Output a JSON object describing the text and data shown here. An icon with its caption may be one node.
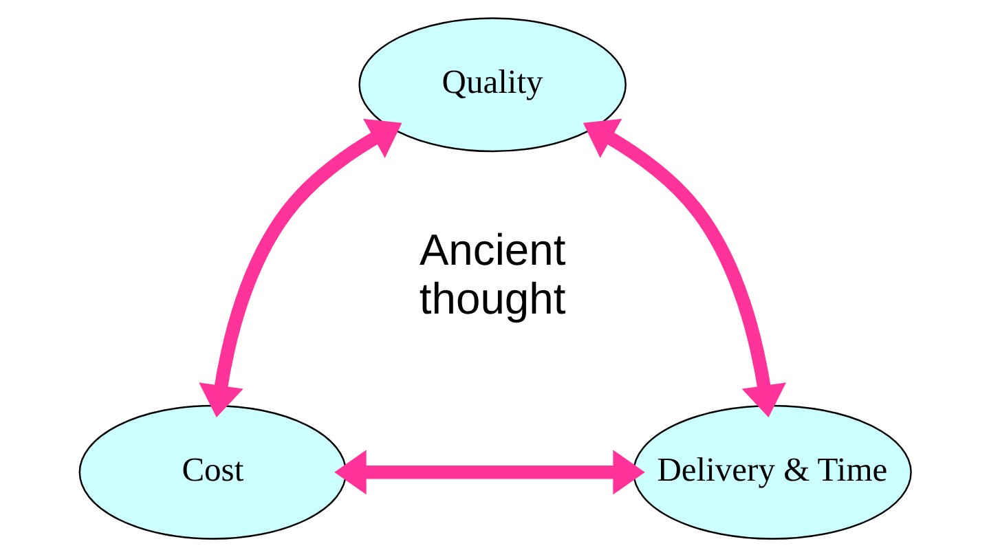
{
  "diagram": {
    "nodes": [
      {
        "text": [
          "Quality"
        ]
      },
      {
        "text": [
          "Cost"
        ]
      },
      {
        "text": [
          "Delivery & Time"
        ]
      }
    ],
    "edges": [
      {
        "from": 0,
        "to": 1,
        "arrow": "both",
        "color": "#ff3399"
      },
      {
        "from": 0,
        "to": 2,
        "arrow": "both",
        "color": "#ff3399"
      },
      {
        "from": 1,
        "to": 2,
        "arrow": "both",
        "color": "#ff3399"
      }
    ],
    "labels": [
      "Ancient thought"
    ]
  }
}
